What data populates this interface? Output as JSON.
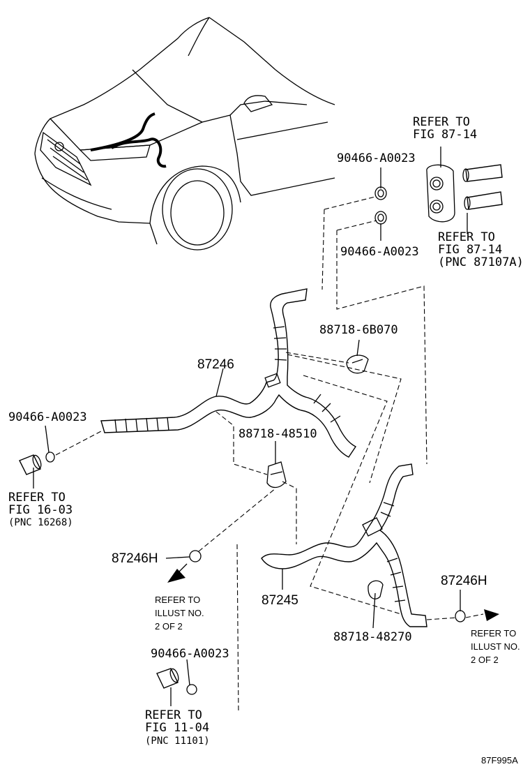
{
  "labels": {
    "refer_fig_87_14_top": [
      "REFER TO",
      "FIG 87-14"
    ],
    "part_90466_top": "90466-A0023",
    "part_90466_mid": "90466-A0023",
    "refer_fig_87_14_pnc": [
      "REFER TO",
      "FIG 87-14",
      "(PNC 87107A)"
    ],
    "part_88718_6b070": "88718-6B070",
    "part_87246": "87246",
    "part_90466_left": "90466-A0023",
    "part_88718_48510": "88718-48510",
    "refer_fig_16_03": [
      "REFER TO",
      "FIG 16-03",
      "(PNC 16268)"
    ],
    "part_87246h_left": "87246H",
    "refer_illust_left": [
      "REFER TO",
      "ILLUST NO.",
      "2 OF 2"
    ],
    "part_87245": "87245",
    "part_87246h_right": "87246H",
    "part_88718_48270": "88718-48270",
    "refer_illust_right": [
      "REFER TO",
      "ILLUST NO.",
      "2 OF 2"
    ],
    "part_90466_bottom": "90466-A0023",
    "refer_fig_11_04": [
      "REFER TO",
      "FIG 11-04",
      "(PNC 11101)"
    ],
    "figure_code": "87F995A"
  }
}
